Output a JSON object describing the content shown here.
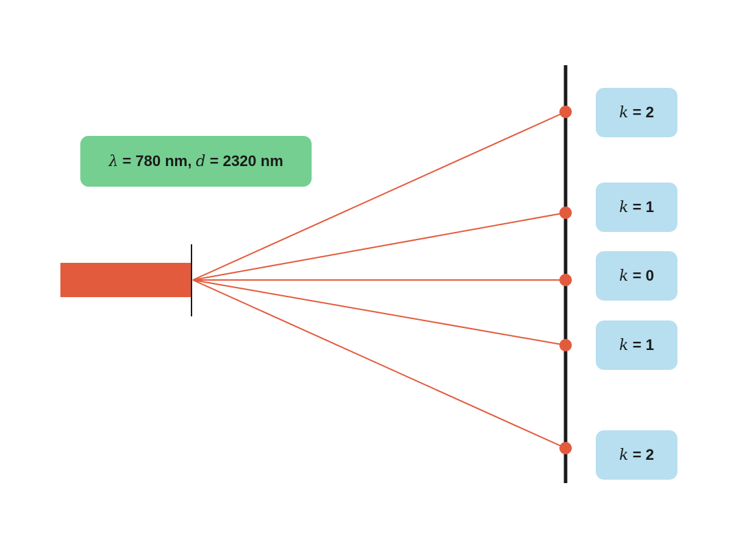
{
  "parameters": {
    "lambda_symbol": "λ",
    "lambda_text": " = 780 nm, ",
    "d_symbol": "d",
    "d_text": " = 2320 nm"
  },
  "orders": [
    {
      "variable": "k",
      "equals": " = ",
      "value": "2"
    },
    {
      "variable": "k",
      "equals": " = ",
      "value": "1"
    },
    {
      "variable": "k",
      "equals": " = ",
      "value": "0"
    },
    {
      "variable": "k",
      "equals": " = ",
      "value": "1"
    },
    {
      "variable": "k",
      "equals": " = ",
      "value": "2"
    }
  ],
  "colors": {
    "laser": "#e35b3d",
    "ray": "#e35b3d",
    "spot": "#e35b3d",
    "screen": "#1a1a1a",
    "grating": "#1a1a1a",
    "param_box": "#75cf91",
    "order_box": "#b7dff0"
  }
}
